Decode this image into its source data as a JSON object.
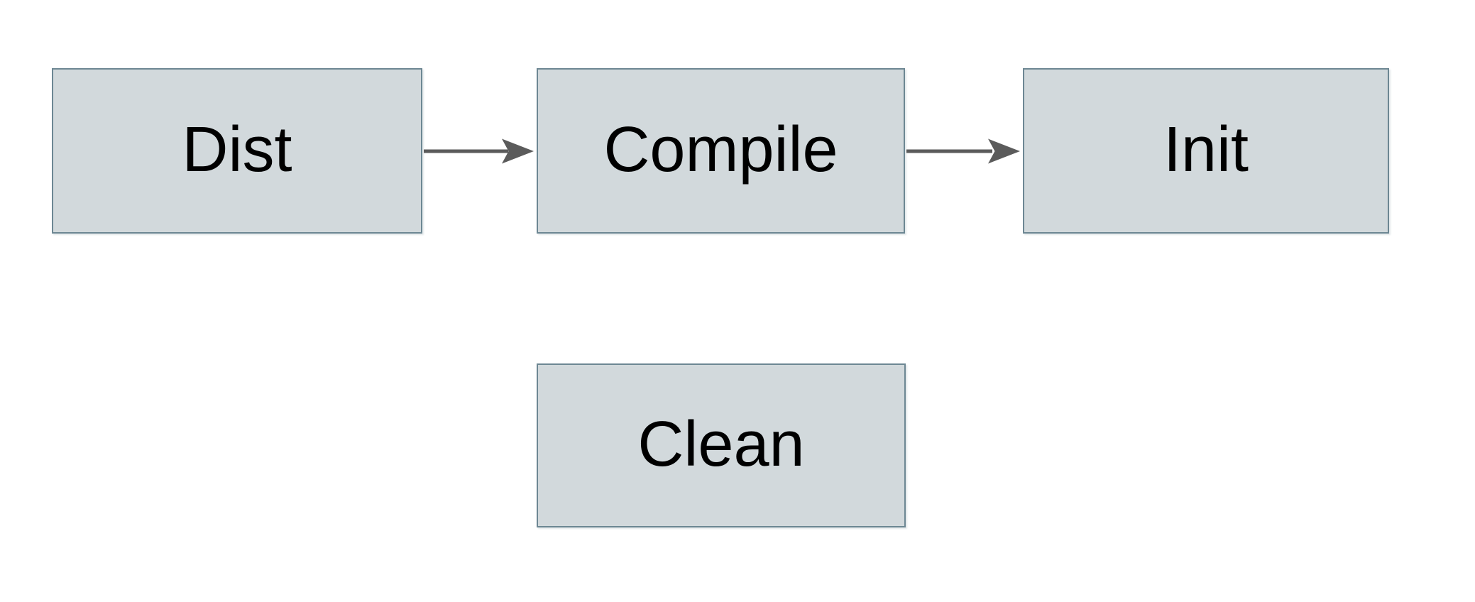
{
  "diagram": {
    "nodes": [
      {
        "id": "dist",
        "label": "Dist"
      },
      {
        "id": "compile",
        "label": "Compile"
      },
      {
        "id": "init",
        "label": "Init"
      },
      {
        "id": "clean",
        "label": "Clean"
      }
    ],
    "edges": [
      {
        "from": "Dist",
        "to": "Compile"
      },
      {
        "from": "Compile",
        "to": "Init"
      }
    ],
    "colors": {
      "background": "#ffffff",
      "node_fill": "#d2d9dc",
      "node_border": "#6d8793",
      "arrow": "#5b5b5b",
      "text": "#000000"
    }
  }
}
